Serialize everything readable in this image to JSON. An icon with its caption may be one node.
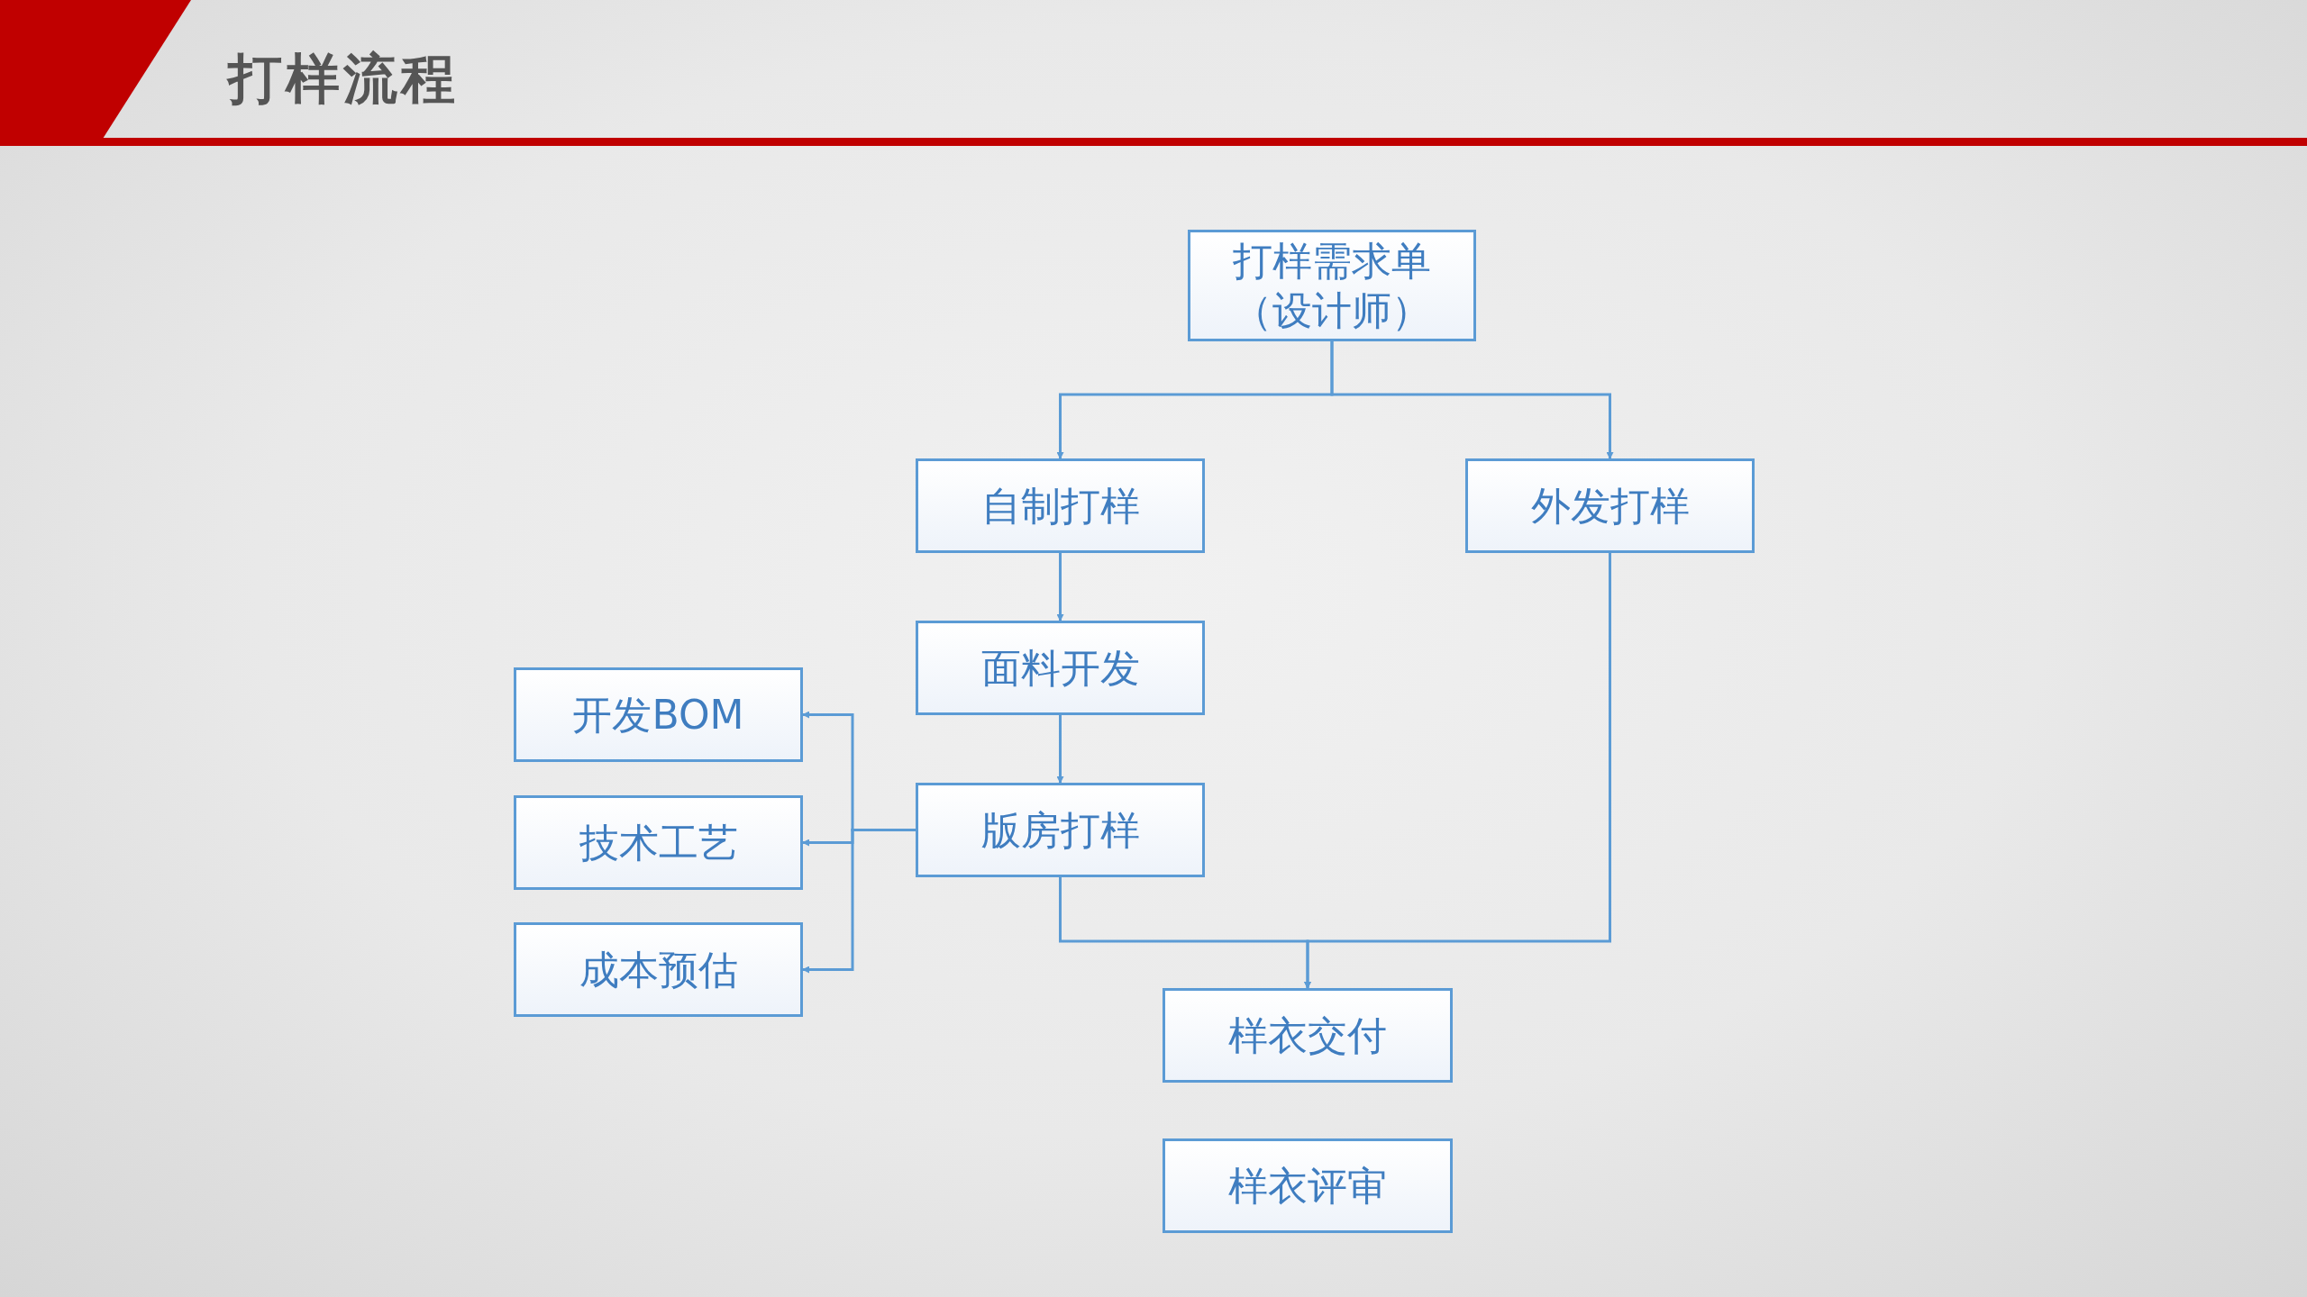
{
  "diagram": {
    "title": "打样流程",
    "nodes": [
      {
        "text": [
          "打样需求单（设计师）"
        ]
      },
      {
        "text": [
          "自制打样"
        ]
      },
      {
        "text": [
          "外发打样"
        ]
      },
      {
        "text": [
          "面料开发"
        ]
      },
      {
        "text": [
          "开发BOM"
        ]
      },
      {
        "text": [
          "技术工艺"
        ]
      },
      {
        "text": [
          "版房打样"
        ]
      },
      {
        "text": [
          "成本预估"
        ]
      },
      {
        "text": [
          "样衣交付"
        ]
      },
      {
        "text": [
          "样衣评审"
        ]
      }
    ],
    "edges": [
      {
        "from": 0,
        "to": 1,
        "arrow": "to"
      },
      {
        "from": 0,
        "to": 2,
        "arrow": "to"
      },
      {
        "from": 1,
        "to": 3,
        "arrow": "to"
      },
      {
        "from": 3,
        "to": 6,
        "arrow": "to"
      },
      {
        "from": 6,
        "to": 4,
        "arrow": "to"
      },
      {
        "from": 6,
        "to": 5,
        "arrow": "to"
      },
      {
        "from": 6,
        "to": 7,
        "arrow": "to"
      },
      {
        "from": 6,
        "to": 8,
        "arrow": "to"
      },
      {
        "from": 2,
        "to": 8,
        "arrow": "to"
      }
    ]
  }
}
